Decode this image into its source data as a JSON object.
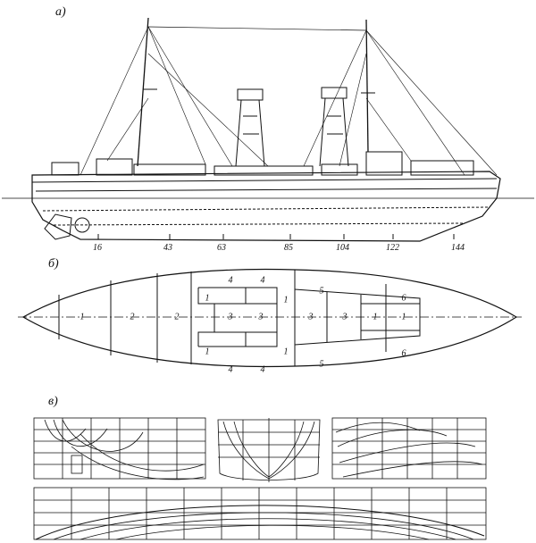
{
  "views": {
    "profile_label": "а)",
    "plan_label": "б)",
    "lines_label": "в)"
  },
  "frame_numbers": [
    "16",
    "43",
    "63",
    "85",
    "104",
    "122",
    "144"
  ],
  "compartments": {
    "c1a": "1",
    "c2a": "2",
    "c2b": "2",
    "c1b": "1",
    "c1c": "1",
    "c3a": "3",
    "c3b": "3",
    "c3c": "3",
    "c3d": "3",
    "c4a": "4",
    "c4b": "4",
    "c4c": "4",
    "c4d": "4",
    "c1d": "1",
    "c1e": "1",
    "c1f": "1",
    "c1g": "1",
    "c5a": "5",
    "c5b": "5",
    "c6a": "6",
    "c6b": "6"
  }
}
